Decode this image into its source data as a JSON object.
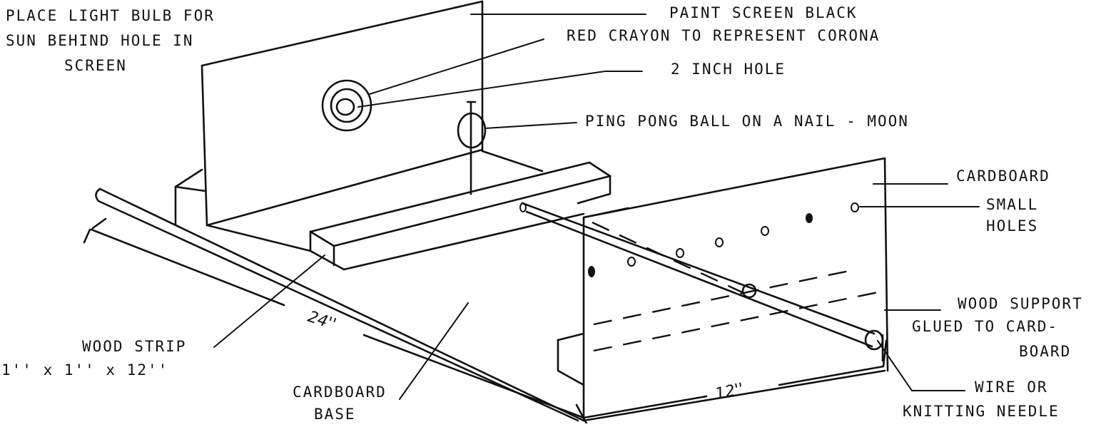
{
  "labels": {
    "light_bulb": [
      "PLACE LIGHT BULB FOR",
      "SUN BEHIND HOLE IN",
      "SCREEN"
    ],
    "paint_screen": "PAINT SCREEN BLACK",
    "red_crayon": "RED CRAYON TO REPRESENT CORONA",
    "hole": "2 INCH HOLE",
    "ping_pong": "PING PONG BALL ON A NAIL - MOON",
    "cardboard": "CARDBOARD",
    "small_holes": [
      "SMALL",
      "HOLES"
    ],
    "wood_support": [
      "WOOD SUPPORT",
      "GLUED TO CARD-",
      "BOARD"
    ],
    "wire": [
      "WIRE OR",
      "KNITTING NEEDLE"
    ],
    "wood_strip": [
      "WOOD STRIP",
      "1'' x 1'' x 12''"
    ],
    "cardboard_base": [
      "CARDBOARD",
      "BASE"
    ]
  },
  "dimensions": {
    "length": "24''",
    "width": "12''"
  },
  "colors": {
    "ink": "#111111",
    "paper": "#ffffff"
  }
}
